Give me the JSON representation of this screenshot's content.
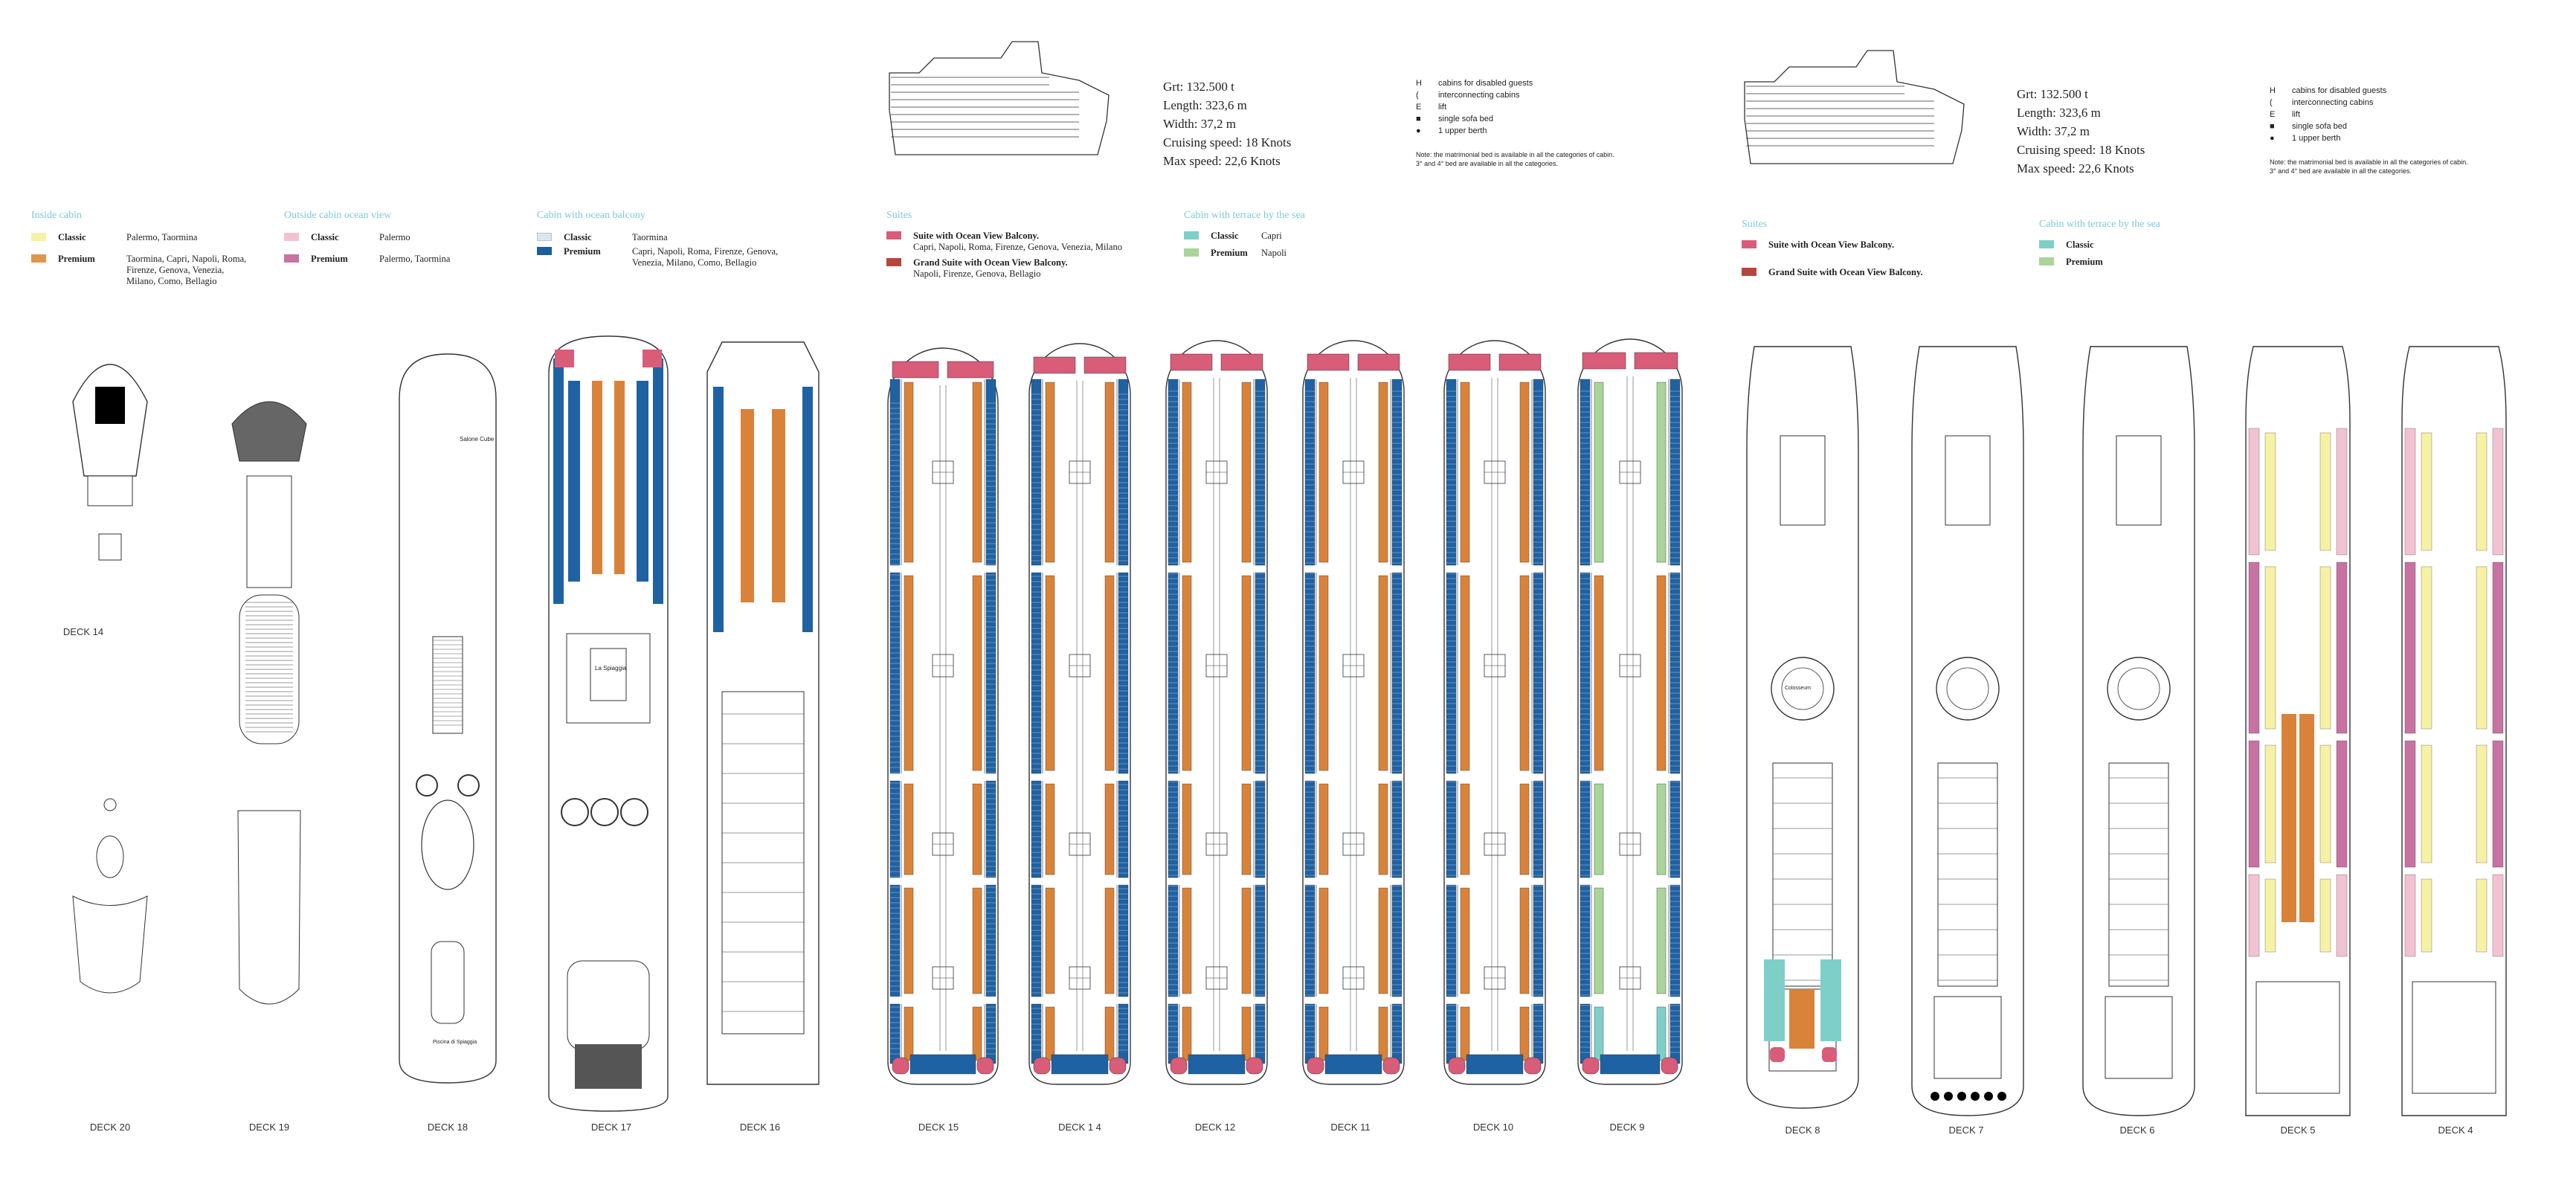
{
  "colors": {
    "outline": "#333333",
    "inside_classic": "#f6f1a4",
    "inside_premium": "#e0954a",
    "outside_classic": "#f2c2d3",
    "outside_premium": "#c872a2",
    "balcony_classic": "#dde5ee",
    "balcony_premium": "#1d5e9c",
    "suite": "#d95c78",
    "grand_suite": "#b8453d",
    "terrace_classic": "#7fcfc9",
    "terrace_premium": "#a9d59a",
    "legend_title": "#7ec8d8",
    "cabin_orange": "#d9833a",
    "cabin_blue": "#1f62a3"
  },
  "legend": {
    "inside": {
      "title": "Inside cabin",
      "rows": [
        {
          "label": "Classic",
          "desc": "Palermo, Taormina"
        },
        {
          "label": "Premium",
          "desc": "Taormina, Capri, Napoli, Roma, Firenze, Genova, Venezia, Milano, Como, Bellagio"
        }
      ]
    },
    "outside": {
      "title": "Outside cabin ocean view",
      "rows": [
        {
          "label": "Classic",
          "desc": "Palermo"
        },
        {
          "label": "Premium",
          "desc": "Palermo, Taormina"
        }
      ]
    },
    "balcony": {
      "title": "Cabin with ocean balcony",
      "rows": [
        {
          "label": "Classic",
          "desc": "Taormina"
        },
        {
          "label": "Premium",
          "desc": "Capri, Napoli, Roma, Firenze, Genova, Venezia, Milano, Como, Bellagio"
        }
      ]
    },
    "suites": {
      "title": "Suites",
      "rows": [
        {
          "label": "Suite with Ocean View Balcony.",
          "desc": "Capri, Napoli, Roma, Firenze, Genova, Venezia, Milano"
        },
        {
          "label": "Grand Suite with Ocean View Balcony.",
          "desc": "Napoli, Firenze, Genova, Bellagio"
        }
      ]
    },
    "terrace": {
      "title": "Cabin with terrace by the sea",
      "rows": [
        {
          "label": "Classic",
          "desc": "Capri"
        },
        {
          "label": "Premium",
          "desc": "Napoli"
        }
      ]
    },
    "suites2": {
      "title": "Suites",
      "rows": [
        {
          "label": "Suite with Ocean View Balcony."
        },
        {
          "label": "Grand Suite with Ocean View Balcony."
        }
      ]
    },
    "terrace2": {
      "title": "Cabin with terrace by the sea",
      "rows": [
        {
          "label": "Classic"
        },
        {
          "label": "Premium"
        }
      ]
    }
  },
  "ship": {
    "grt": "Grt: 132.500 t",
    "length": "Length: 323,6 m",
    "width": "Width: 37,2 m",
    "cruising": "Cruising speed:  18 Knots",
    "max": "Max speed: 22,6 Knots",
    "cruising2": "Cruising speed: 18 Knots"
  },
  "symbols": [
    {
      "glyph": "H",
      "text": "cabins for disabled guests"
    },
    {
      "glyph": "(",
      "text": "interconnecting cabins"
    },
    {
      "glyph": "E",
      "text": "lift"
    },
    {
      "glyph": "■",
      "text": "single sofa bed"
    },
    {
      "glyph": "●",
      "text": "1 upper berth"
    }
  ],
  "note": {
    "line1": "Note: the matrimonial bed is available in all the categories of cabin.",
    "line2": "3° and 4° bed are available in all the categories."
  },
  "decks": {
    "d14": "DECK 14",
    "d20": "DECK 20",
    "d19": "DECK 19",
    "d18": "DECK 18",
    "d17": "DECK 17",
    "d16": "DECK 16",
    "d15": "DECK 15",
    "d14b": "DECK 1 4",
    "d12": "DECK 12",
    "d11": "DECK 11",
    "d10": "DECK 10",
    "d9": "DECK 9",
    "d8": "DECK 8",
    "d7": "DECK 7",
    "d6": "DECK 6",
    "d5": "DECK 5",
    "d4": "DECK 4"
  },
  "deck_text": {
    "salone_cube": "Salone Cube",
    "la_spiaggia": "La Spiaggia",
    "piscina_spiaggia": "Piscina di Spiaggia",
    "coliseum": "Colosseum"
  }
}
